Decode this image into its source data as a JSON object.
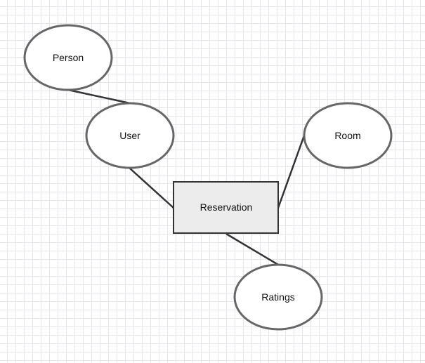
{
  "diagram": {
    "nodes": [
      {
        "id": "person",
        "shape": "ellipse",
        "label": "Person"
      },
      {
        "id": "user",
        "shape": "ellipse",
        "label": "User"
      },
      {
        "id": "room",
        "shape": "ellipse",
        "label": "Room"
      },
      {
        "id": "reservation",
        "shape": "rectangle",
        "label": "Reservation"
      },
      {
        "id": "ratings",
        "shape": "ellipse",
        "label": "Ratings"
      }
    ],
    "edges": [
      {
        "from": "person",
        "to": "user"
      },
      {
        "from": "user",
        "to": "reservation"
      },
      {
        "from": "room",
        "to": "reservation"
      },
      {
        "from": "reservation",
        "to": "ratings"
      }
    ]
  }
}
